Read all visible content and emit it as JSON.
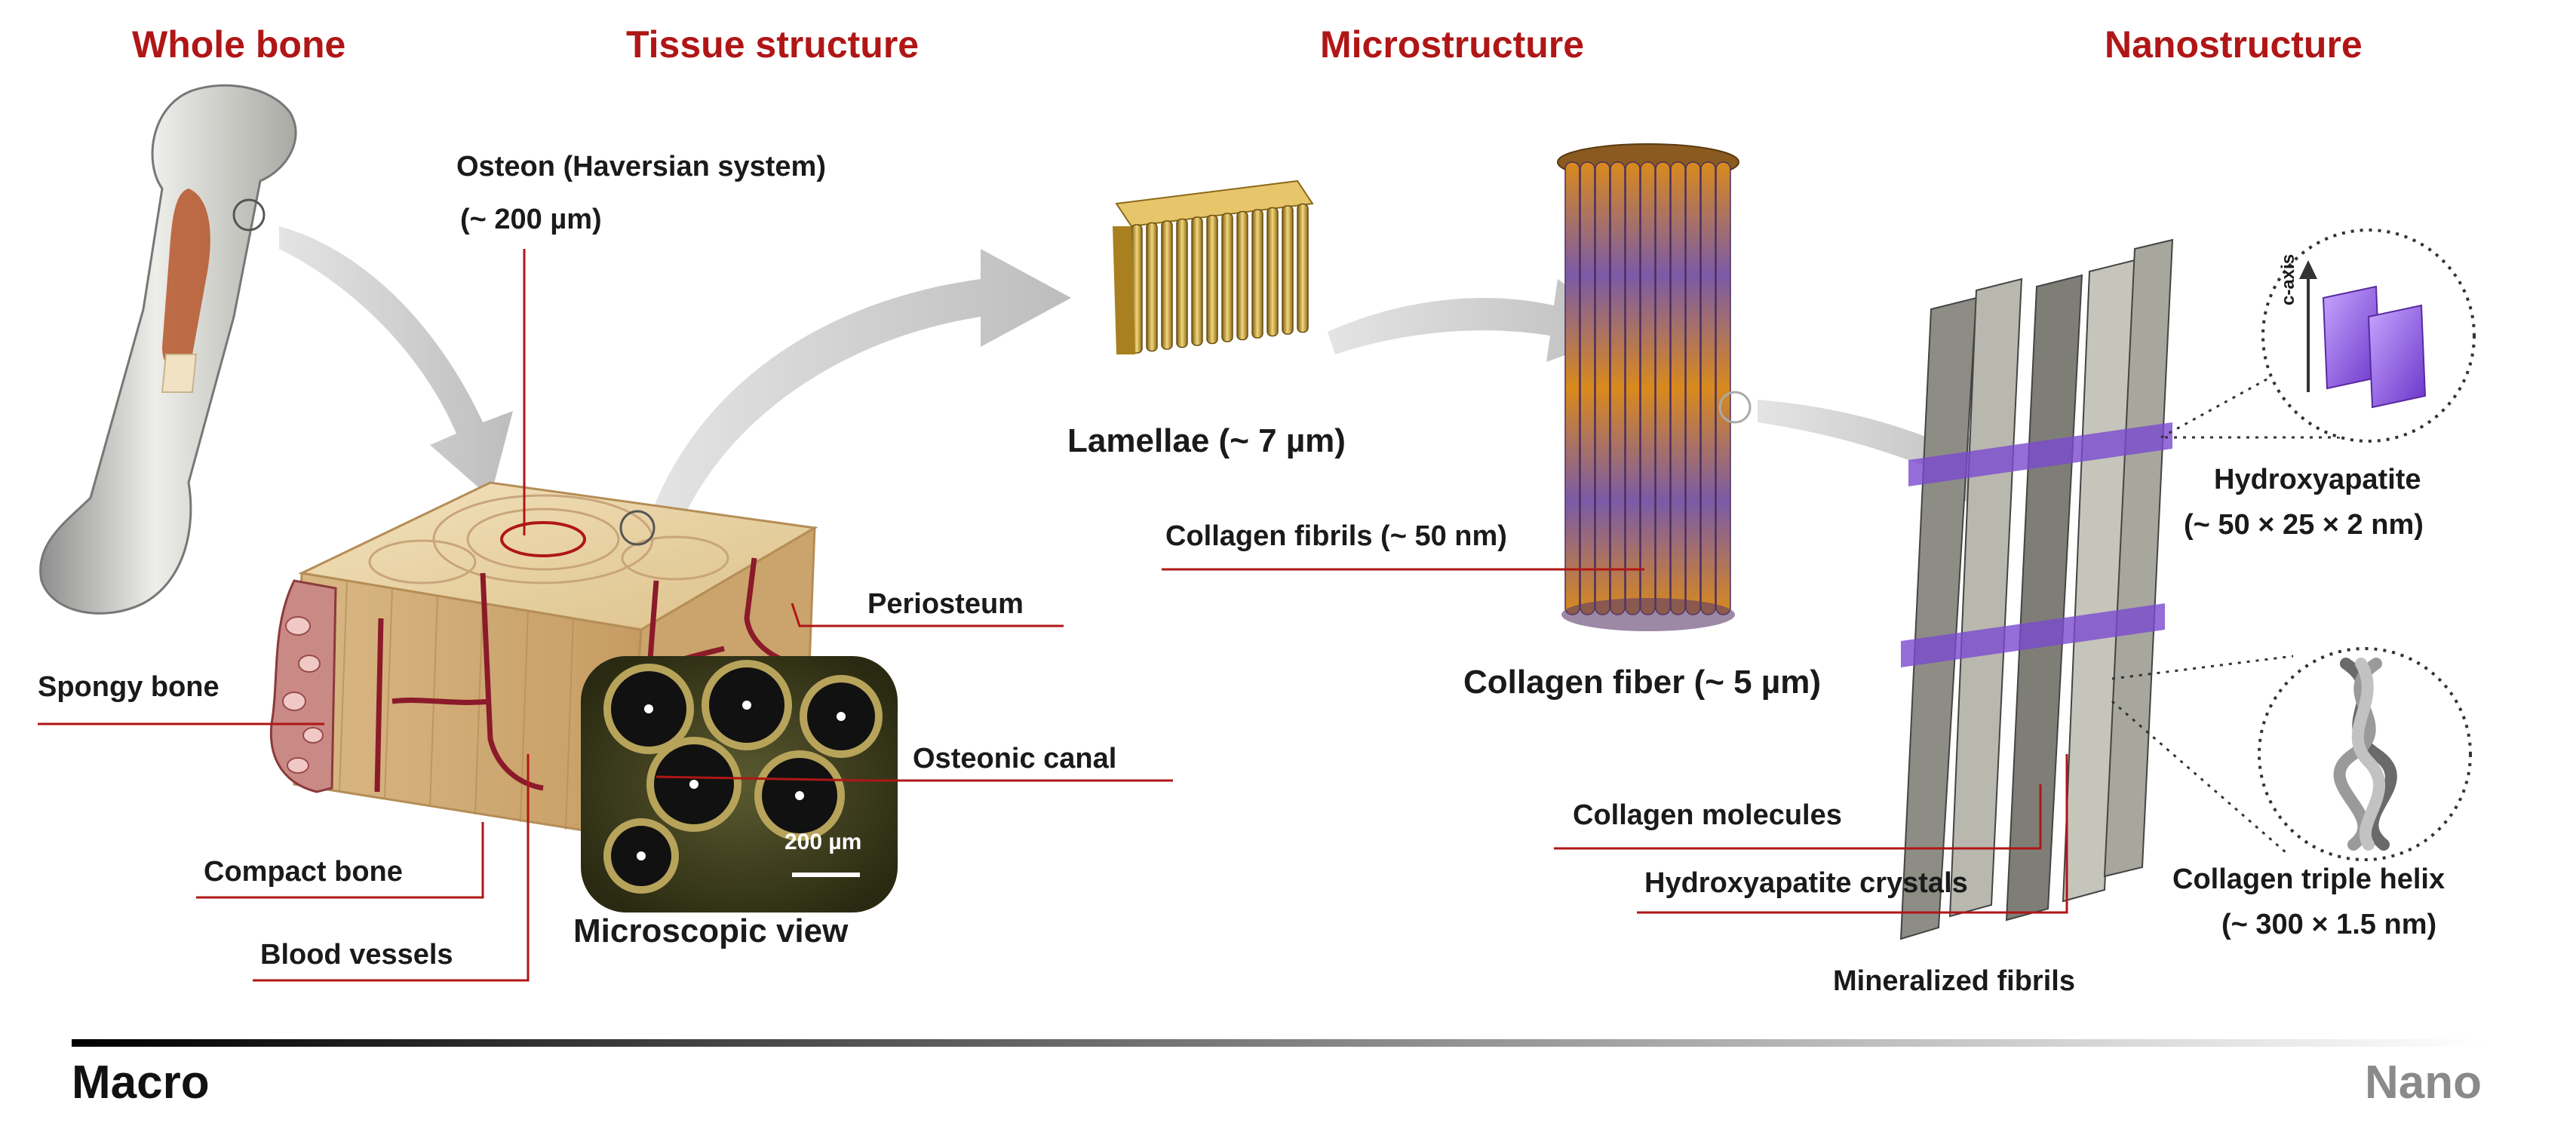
{
  "headers": {
    "whole_bone": "Whole bone",
    "tissue_structure": "Tissue structure",
    "microstructure": "Microstructure",
    "nanostructure": "Nanostructure"
  },
  "labels": {
    "osteon_line1": "Osteon (Haversian system)",
    "osteon_line2": "(~ 200 µm)",
    "periosteum": "Periosteum",
    "spongy_bone": "Spongy bone",
    "osteonic_canal": "Osteonic canal",
    "compact_bone": "Compact bone",
    "blood_vessels": "Blood vessels",
    "microscopic_view": "Microscopic view",
    "scalebar": "200 µm",
    "lamellae": "Lamellae (~ 7 µm)",
    "collagen_fibrils": "Collagen fibrils (~ 50 nm)",
    "collagen_fiber": "Collagen fiber (~ 5 µm)",
    "c_axis": "c-axis",
    "hydroxyapatite_line1": "Hydroxyapatite",
    "hydroxyapatite_line2": "(~ 50 × 25 × 2 nm)",
    "collagen_molecules": "Collagen molecules",
    "hydroxyapatite_crystals": "Hydroxyapatite crystals",
    "mineralized_fibrils": "Mineralized  fibrils",
    "triple_helix_line1": "Collagen triple helix",
    "triple_helix_line2": "(~ 300 × 1.5 nm)"
  },
  "scale": {
    "left": "Macro",
    "right": "Nano"
  },
  "colors": {
    "header_red": "#b01616",
    "leader_red": "#b01616",
    "bone_beige": "#e6d3a8",
    "vessel_red": "#8b1a2a",
    "gold": "#c9a23c",
    "crystal_purple": "#8a5ad8",
    "fibril_grey": "#9a9a90"
  }
}
